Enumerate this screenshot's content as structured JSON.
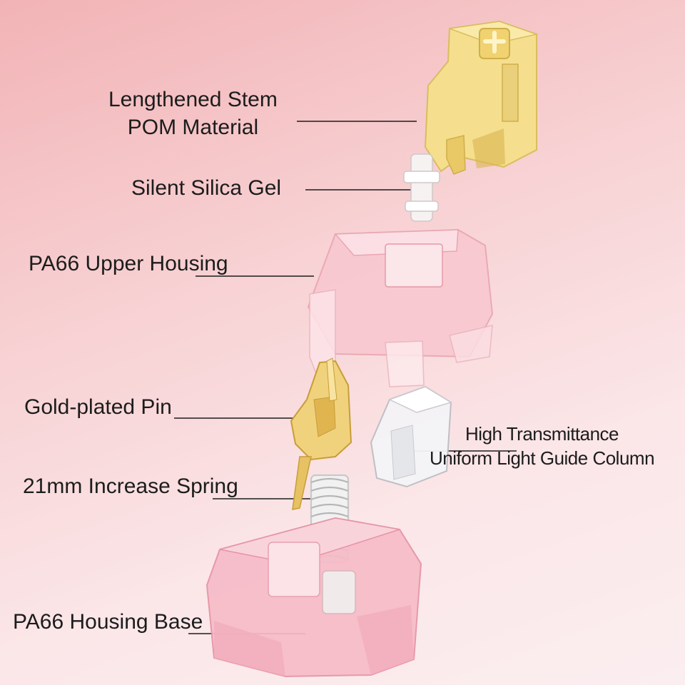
{
  "diagram": {
    "labels": {
      "stem": {
        "line1": "Lengthened Stem",
        "line2": "POM Material"
      },
      "gel": "Silent Silica Gel",
      "upper_housing": "PA66 Upper Housing",
      "pin": "Gold-plated Pin",
      "spring": "21mm Increase Spring",
      "light_guide": {
        "line1": "High Transmittance",
        "line2": "Uniform Light Guide Column"
      },
      "base": "PA66 Housing Base"
    }
  }
}
